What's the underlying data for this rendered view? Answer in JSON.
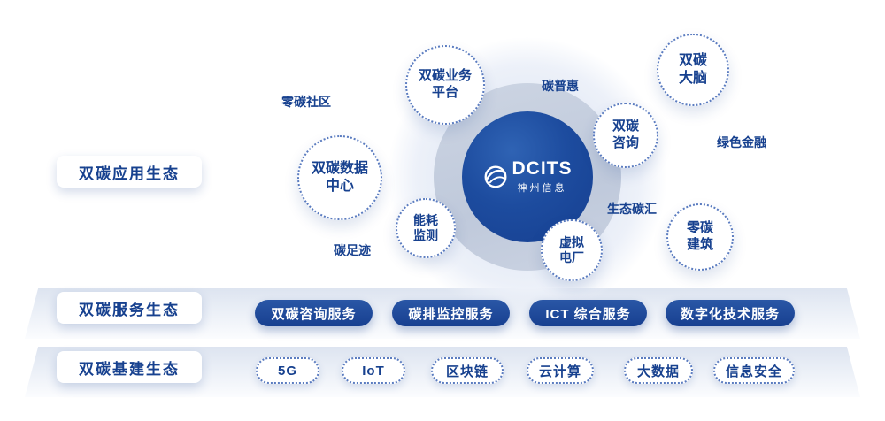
{
  "colors": {
    "primary_blue": "#17418f",
    "core_circle": "#1d4c9f",
    "band_gradient_top": "#dde4f0",
    "dotted_border": "#5b7cc0"
  },
  "sections": [
    {
      "label": "双碳应用生态"
    },
    {
      "label": "双碳服务生态"
    },
    {
      "label": "双碳基建生态"
    }
  ],
  "center_logo": {
    "brand": "DCITS",
    "brand_cn": "神州信息",
    "icon": "dcits-swirl-globe-icon"
  },
  "app_ecosystem": {
    "bubbles": [
      {
        "name": "business-platform",
        "line1": "双碳业务",
        "line2": "平台"
      },
      {
        "name": "carbon-brain",
        "line1": "双碳",
        "line2": "大脑"
      },
      {
        "name": "carbon-consulting",
        "line1": "双碳",
        "line2": "咨询"
      },
      {
        "name": "zero-carbon-building",
        "line1": "零碳",
        "line2": "建筑"
      },
      {
        "name": "virtual-power-plant",
        "line1": "虚拟",
        "line2": "电厂"
      },
      {
        "name": "energy-monitoring",
        "line1": "能耗",
        "line2": "监测"
      },
      {
        "name": "carbon-data-center",
        "line1": "双碳数据",
        "line2": "中心"
      }
    ],
    "tags": [
      "零碳社区",
      "碳普惠",
      "绿色金融",
      "生态碳汇",
      "碳足迹"
    ]
  },
  "service_ecosystem": {
    "pills": [
      "双碳咨询服务",
      "碳排监控服务",
      "ICT 综合服务",
      "数字化技术服务"
    ]
  },
  "infra_ecosystem": {
    "pills": [
      "5G",
      "IoT",
      "区块链",
      "云计算",
      "大数据",
      "信息安全"
    ]
  }
}
